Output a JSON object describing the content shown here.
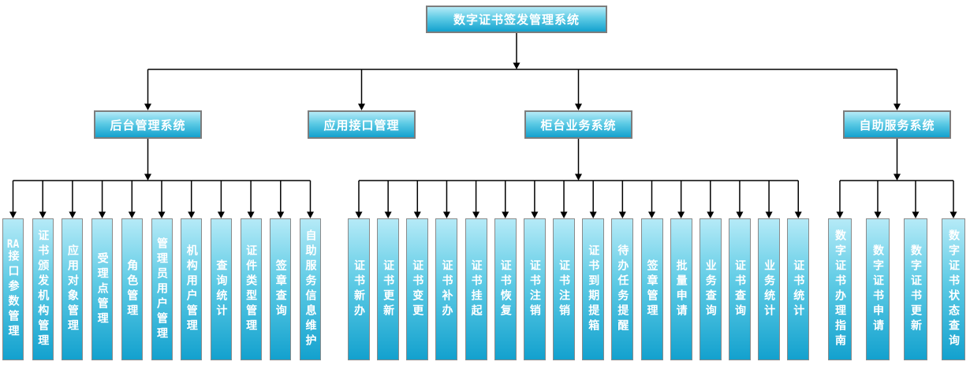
{
  "diagram": {
    "root": {
      "label": "数字证书签发管理系统"
    },
    "branches": [
      {
        "label": "后台管理系统",
        "children": [
          "RA接口参数管理",
          "证书颁发机构管理",
          "应用对象管理",
          "受理点管理",
          "角色管理",
          "管理员用户管理",
          "机构用户管理",
          "查询统计",
          "证件类型管理",
          "签章查询",
          "自助服务信息维护"
        ]
      },
      {
        "label": "应用接口管理",
        "children": []
      },
      {
        "label": "柜台业务系统",
        "children": [
          "证书新办",
          "证书更新",
          "证书变更",
          "证书补办",
          "证书挂起",
          "证书恢复",
          "证书注销",
          "证书注销",
          "证书到期提箱",
          "待办任务提醒",
          "签章管理",
          "批量申请",
          "业务查询",
          "证书查询",
          "业务统计",
          "证书统计"
        ]
      },
      {
        "label": "自助服务系统",
        "children": [
          "数字证书办理指南",
          "数字证书申请",
          "数字证书更新",
          "数字证书状态查询"
        ]
      }
    ],
    "colors": {
      "background": "#ffffff",
      "box_gradient_top": "#b5eaf7",
      "box_gradient_mid": "#5ecbe5",
      "box_gradient_bottom": "#13a1ce",
      "box_border": "#7d7d7d",
      "column_border": "#8a8a8a",
      "line": "#000000",
      "text": "#ffffff"
    }
  }
}
